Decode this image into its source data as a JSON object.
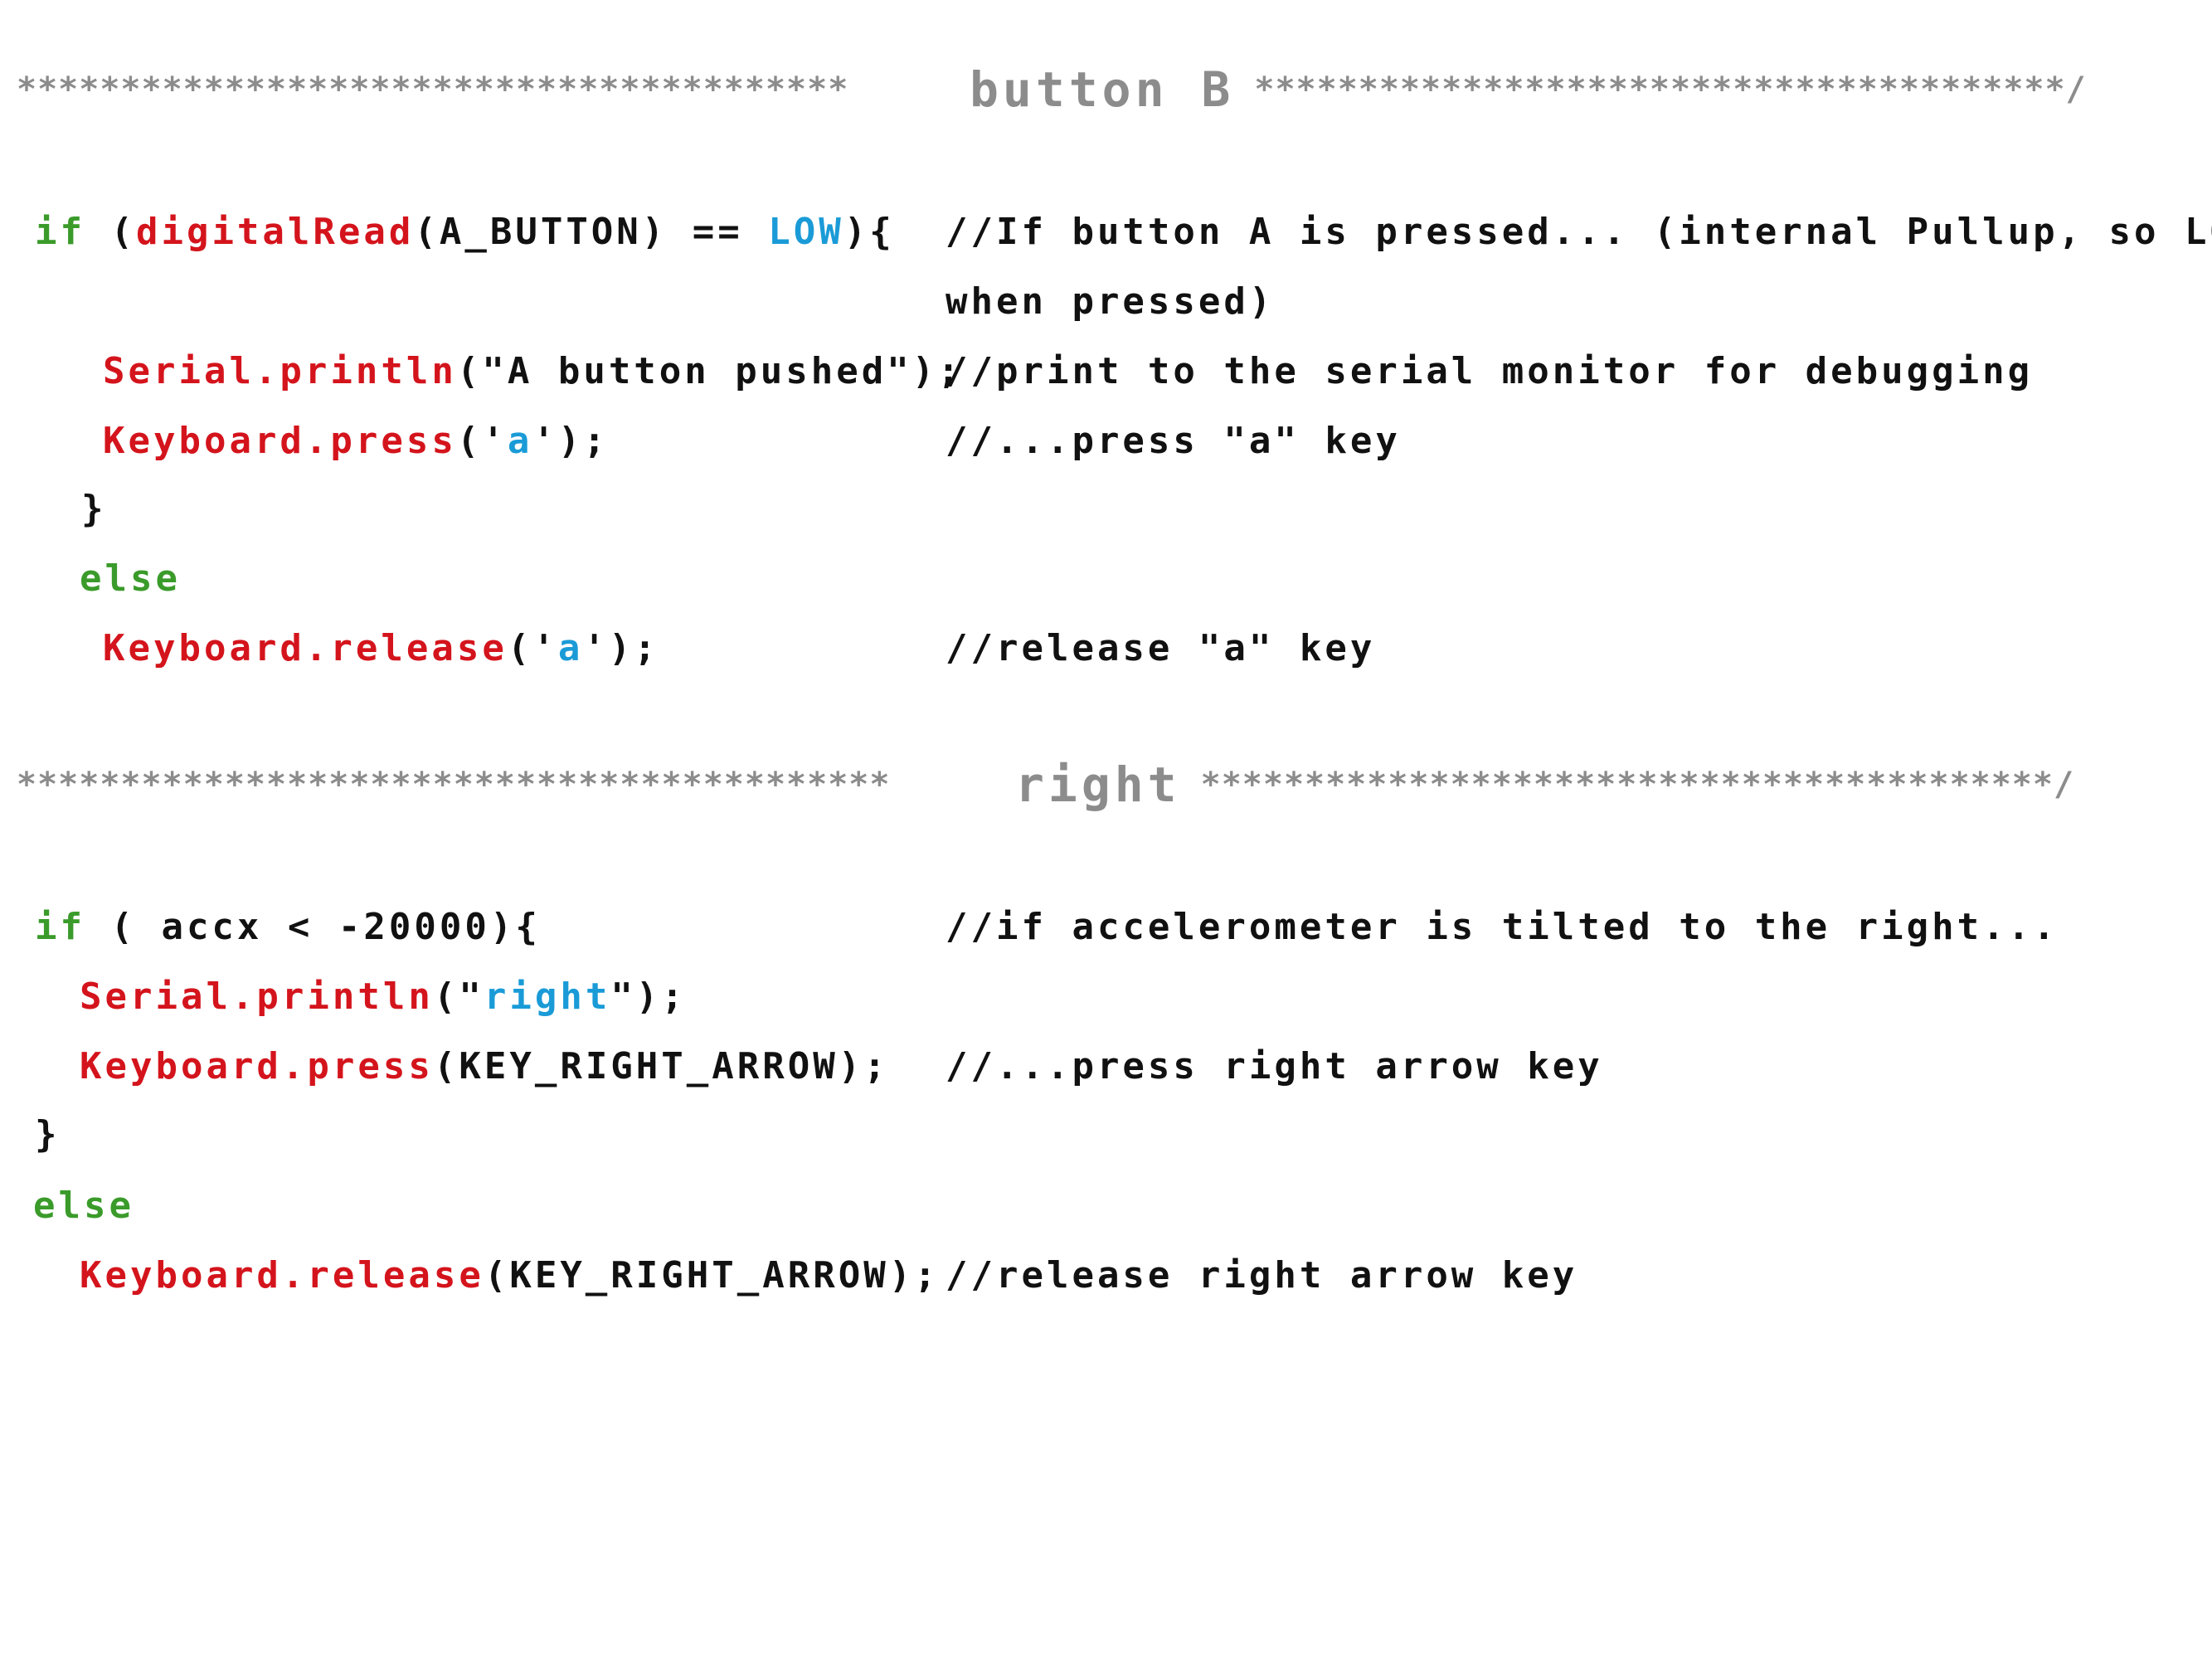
{
  "window": {
    "title": ""
  },
  "colors": {
    "keyword": "#3a9b2a",
    "function": "#d4141c",
    "constant": "#1a9bd7",
    "comment": "#111111",
    "divider": "#8c8c8c",
    "background": "#ffffff"
  },
  "section_b": {
    "stars_left": "****************************************",
    "title": "button B",
    "stars_right": "***************************************/"
  },
  "section_right": {
    "stars_left": "******************************************",
    "title": "right",
    "stars_right": "*****************************************/"
  },
  "code_b": {
    "l1_kw": "if",
    "l1_sp": " (",
    "l1_fn": "digitalRead",
    "l1_tx": "(A_BUTTON) == ",
    "l1_cst": "LOW",
    "l1_end": "){",
    "l1_cm": "//If button A is pressed... (internal Pullup, so LOW",
    "l1b_cm": "when pressed)",
    "l2_fn": "Serial.println",
    "l2_tx": "(\"A button pushed\");",
    "l2_cm": "//print to the serial monitor for debugging",
    "l3_fn": "Keyboard.press",
    "l3_tx1": "('",
    "l3_cst": "a",
    "l3_tx2": "');",
    "l3_cm": "//...press \"a\" key",
    "l4_tx": "}",
    "l5_kw": "else",
    "l6_fn": "Keyboard.release",
    "l6_tx1": "('",
    "l6_cst": "a",
    "l6_tx2": "');",
    "l6_cm": "//release \"a\" key"
  },
  "code_right": {
    "l1_kw": "if",
    "l1_tx": " ( accx < -20000){",
    "l1_cm": "//if accelerometer is tilted to the right...",
    "l2_fn": "Serial.println",
    "l2_tx1": "(\"",
    "l2_cst": "right",
    "l2_tx2": "\");",
    "l3_fn": "Keyboard.press",
    "l3_tx": "(KEY_RIGHT_ARROW);",
    "l3_cm": "//...press right arrow key",
    "l4_tx": "}",
    "l5_kw": "else",
    "l6_fn": "Keyboard.release",
    "l6_tx": "(KEY_RIGHT_ARROW);",
    "l6_cm": "//release right arrow key"
  }
}
